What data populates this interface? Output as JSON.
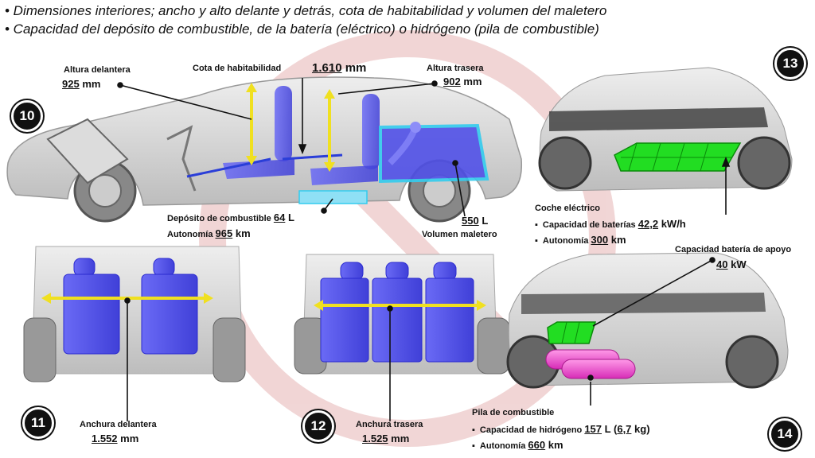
{
  "header": {
    "line1": "• Dimensiones interiores; ancho y alto delante y detrás, cota de habitabilidad y volumen del maletero",
    "line2": "• Capacidad del depósito de combustible, de la batería (eléctrico) o hidrógeno (pila de combustible)"
  },
  "panel10": {
    "badge": "10",
    "altura_delantera_label": "Altura delantera",
    "altura_delantera_value": "925",
    "altura_delantera_unit": "mm",
    "cota_label": "Cota de habitabilidad",
    "cota_value": "1.610",
    "cota_unit": "mm",
    "altura_trasera_label": "Altura trasera",
    "altura_trasera_value": "902",
    "altura_trasera_unit": "mm",
    "deposito_label": "Depósito de combustible",
    "deposito_value": "64",
    "deposito_unit": "L",
    "autonomia_label": "Autonomía",
    "autonomia_value": "965",
    "autonomia_unit": "km",
    "volumen_value": "550",
    "volumen_unit": "L",
    "volumen_label": "Volumen  maletero"
  },
  "panel11": {
    "badge": "11",
    "label": "Anchura delantera",
    "value": "1.552",
    "unit": "mm"
  },
  "panel12": {
    "badge": "12",
    "label": "Anchura trasera",
    "value": "1.525",
    "unit": "mm"
  },
  "panel13": {
    "badge": "13",
    "title": "Coche eléctrico",
    "cap_label": "Capacidad de baterías",
    "cap_value": "42,2",
    "cap_unit": "kW/h",
    "aut_label": "Autonomía",
    "aut_value": "300",
    "aut_unit": "km"
  },
  "panel14": {
    "badge": "14",
    "apoyo_label": "Capacidad batería de apoyo",
    "apoyo_value": "40",
    "apoyo_unit": "kW",
    "title": "Pila de combustible",
    "h2_label": "Capacidad de hidrógeno",
    "h2_value": "157",
    "h2_unit": "L",
    "h2_kg_open": "(",
    "h2_kg_value": "6,7",
    "h2_kg_unit": "kg)",
    "aut_label": "Autonomía",
    "aut_value": "660",
    "aut_unit": "km"
  },
  "colors": {
    "seat": "#5b5bf0",
    "arrow_yellow": "#f0e020",
    "battery_green": "#22dd22",
    "h2_tank": "#ee44cc",
    "trunk_cyan": "#33ccee",
    "watermark": "#e8b0b0"
  }
}
